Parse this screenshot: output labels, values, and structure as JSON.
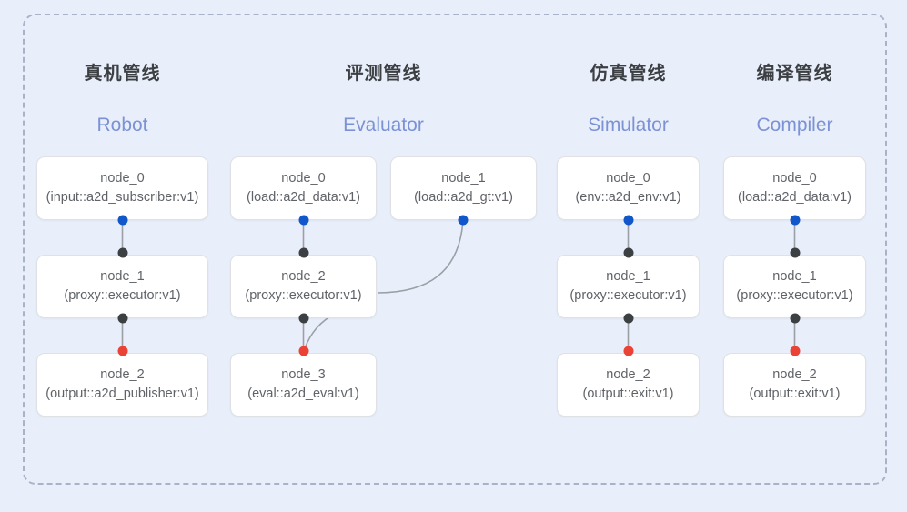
{
  "diagram": {
    "background_color": "#e9eefb",
    "frame_border_color": "#a9b2c9",
    "edge_color": "#9aa0a6",
    "port_colors": {
      "output": "#1257c9",
      "link": "#3c4043",
      "terminal": "#ea4335"
    }
  },
  "columns": [
    {
      "title_cn": "真机管线",
      "title_en": "Robot",
      "nodes": [
        {
          "name": "node_0",
          "spec": "(input::a2d_subscriber:v1)"
        },
        {
          "name": "node_1",
          "spec": "(proxy::executor:v1)"
        },
        {
          "name": "node_2",
          "spec": "(output::a2d_publisher:v1)"
        }
      ]
    },
    {
      "title_cn": "评测管线",
      "title_en": "Evaluator",
      "nodes": [
        {
          "name": "node_0",
          "spec": "(load::a2d_data:v1)"
        },
        {
          "name": "node_1",
          "spec": "(load::a2d_gt:v1)"
        },
        {
          "name": "node_2",
          "spec": "(proxy::executor:v1)"
        },
        {
          "name": "node_3",
          "spec": "(eval::a2d_eval:v1)"
        }
      ]
    },
    {
      "title_cn": "仿真管线",
      "title_en": "Simulator",
      "nodes": [
        {
          "name": "node_0",
          "spec": "(env::a2d_env:v1)"
        },
        {
          "name": "node_1",
          "spec": "(proxy::executor:v1)"
        },
        {
          "name": "node_2",
          "spec": "(output::exit:v1)"
        }
      ]
    },
    {
      "title_cn": "编译管线",
      "title_en": "Compiler",
      "nodes": [
        {
          "name": "node_0",
          "spec": "(load::a2d_data:v1)"
        },
        {
          "name": "node_1",
          "spec": "(proxy::executor:v1)"
        },
        {
          "name": "node_2",
          "spec": "(output::exit:v1)"
        }
      ]
    }
  ]
}
